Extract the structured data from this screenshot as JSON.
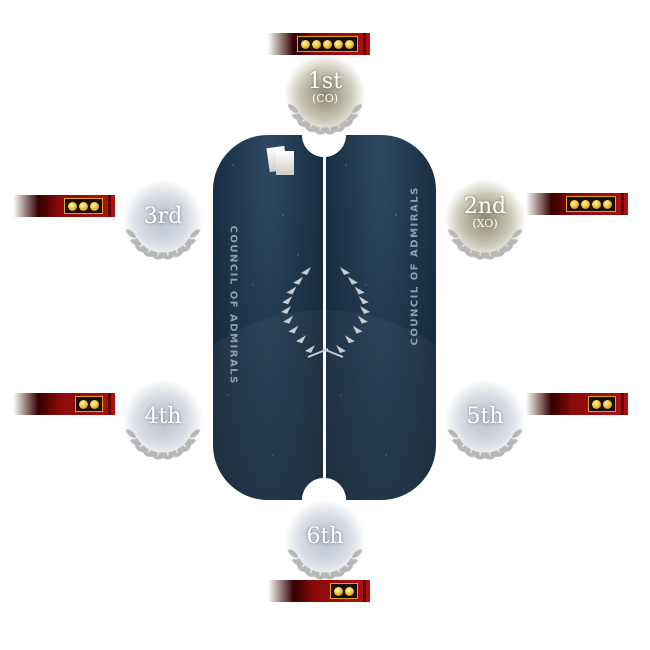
{
  "table": {
    "title": "COUNCIL OF ADMIRALS"
  },
  "colors": {
    "table": "#1c3349",
    "bar": "#b01010",
    "pip": "#f0c030"
  },
  "seats": [
    {
      "rank": "1st",
      "role": "(CO)",
      "pips": 5
    },
    {
      "rank": "2nd",
      "role": "(XO)",
      "pips": 4
    },
    {
      "rank": "3rd",
      "role": "",
      "pips": 3
    },
    {
      "rank": "4th",
      "role": "",
      "pips": 2
    },
    {
      "rank": "5th",
      "role": "",
      "pips": 2
    },
    {
      "rank": "6th",
      "role": "",
      "pips": 2
    }
  ]
}
